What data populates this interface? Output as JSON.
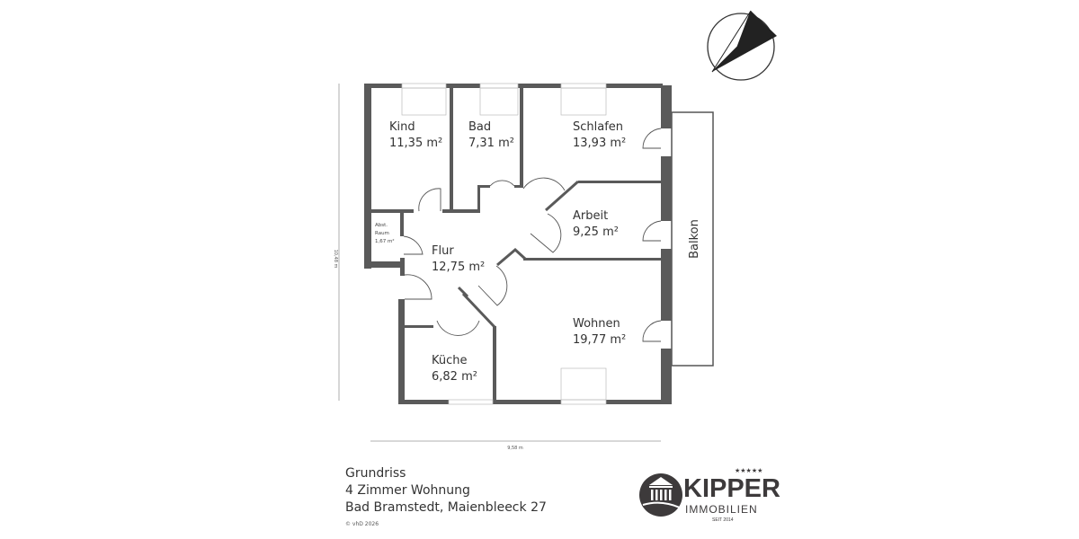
{
  "plan": {
    "rooms": [
      {
        "name": "Kind",
        "area": "11,35 m²"
      },
      {
        "name": "Bad",
        "area": "7,31 m²"
      },
      {
        "name": "Schlafen",
        "area": "13,93 m²"
      },
      {
        "name": "Arbeit",
        "area": "9,25 m²"
      },
      {
        "name": "Flur",
        "area": "12,75 m²"
      },
      {
        "name": "Wohnen",
        "area": "19,77 m²"
      },
      {
        "name": "Küche",
        "area": "6,82 m²"
      }
    ],
    "storage": {
      "line1": "Abst.",
      "line2": "Raum",
      "area": "1,67 m²"
    },
    "balcony": "Balkon",
    "height_dim": "10,48 m",
    "width_dim": "9,58 m",
    "wall_color": "#555555"
  },
  "caption": {
    "line1": "Grundriss",
    "line2": "4 Zimmer Wohnung",
    "line3": "Bad Bramstedt, Maienbleeck 27",
    "copyright": "© vhD 2026"
  },
  "logo": {
    "name": "KIPPER",
    "sub": "IMMOBILIEN",
    "since": "SEIT 2014",
    "stars": "★★★★★",
    "color": "#3d3a3b"
  },
  "compass": {
    "icon": "north-arrow-icon"
  }
}
